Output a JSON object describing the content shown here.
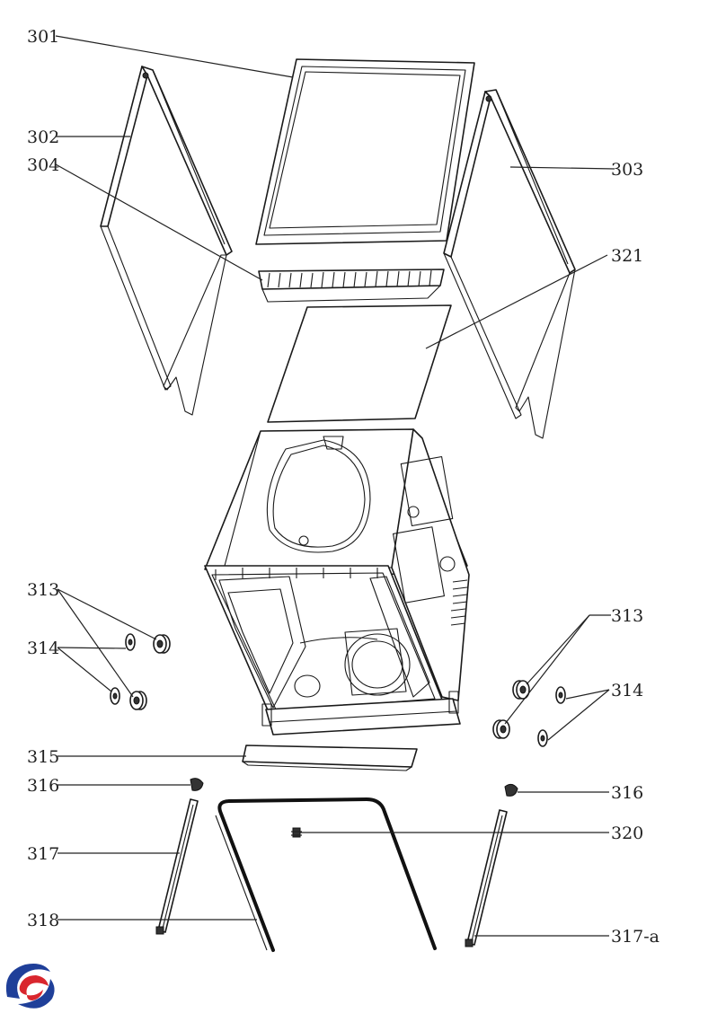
{
  "diagram": {
    "callouts": [
      {
        "id": "301",
        "label": "301"
      },
      {
        "id": "302",
        "label": "302"
      },
      {
        "id": "304",
        "label": "304"
      },
      {
        "id": "303",
        "label": "303"
      },
      {
        "id": "321",
        "label": "321"
      },
      {
        "id": "313-left",
        "label": "313"
      },
      {
        "id": "314-left",
        "label": "314"
      },
      {
        "id": "313-right",
        "label": "313"
      },
      {
        "id": "314-right",
        "label": "314"
      },
      {
        "id": "315",
        "label": "315"
      },
      {
        "id": "316-left",
        "label": "316"
      },
      {
        "id": "316-right",
        "label": "316"
      },
      {
        "id": "320",
        "label": "320"
      },
      {
        "id": "317",
        "label": "317"
      },
      {
        "id": "318",
        "label": "318"
      },
      {
        "id": "317-a",
        "label": "317-a"
      }
    ]
  },
  "colors": {
    "line": "#1a1a1a",
    "logo_blue": "#1f3f99",
    "logo_red": "#d9262e"
  }
}
